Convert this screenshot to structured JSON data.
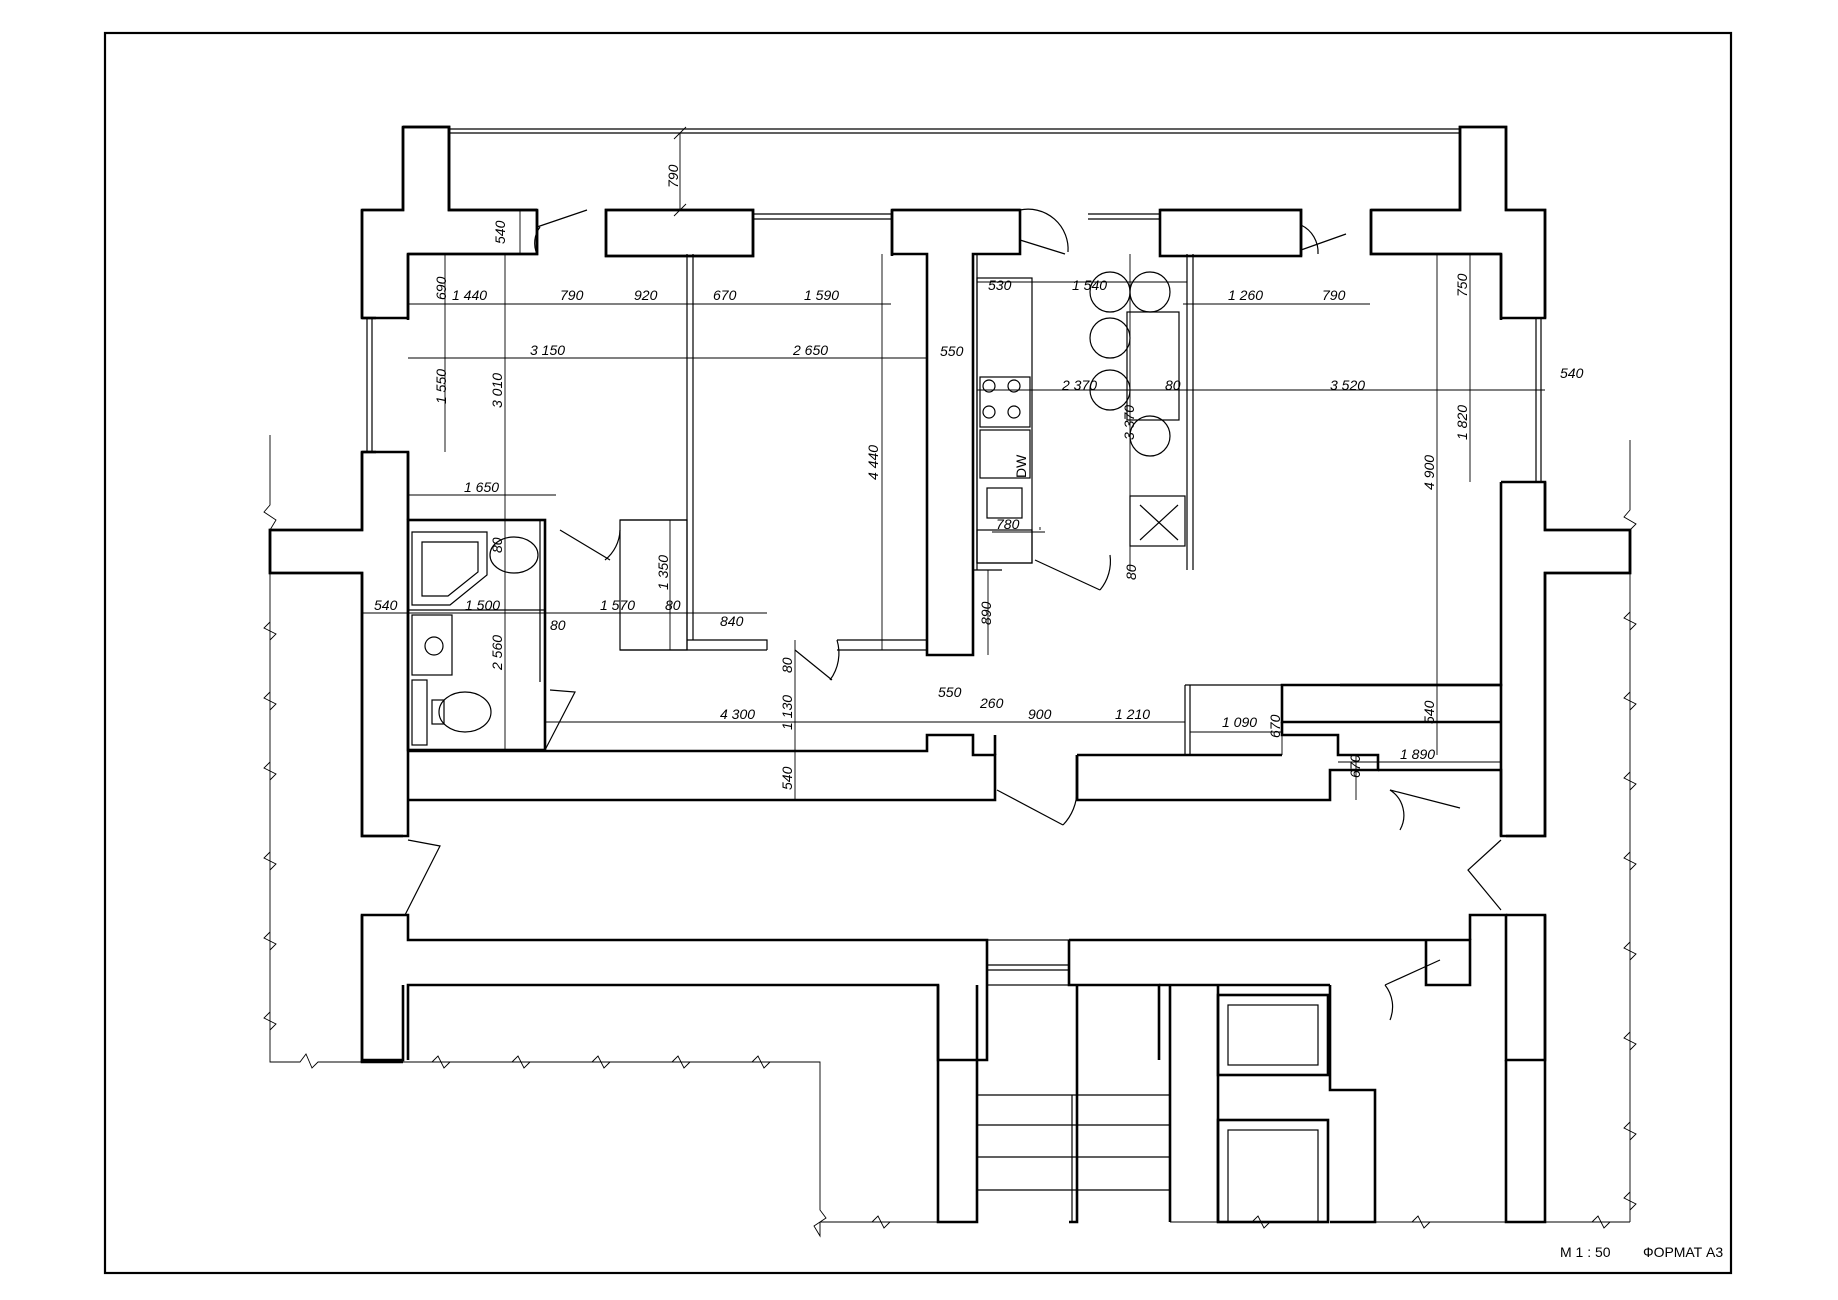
{
  "title_block": {
    "scale": "М 1 : 50",
    "format": "ФОРМАТ А3"
  },
  "appliance": {
    "dishwasher": "DW"
  },
  "dimensions": [
    {
      "id": "d790-top",
      "text": "790",
      "rot": -90
    },
    {
      "id": "d540-top",
      "text": "540",
      "rot": -90
    },
    {
      "id": "d690",
      "text": "690",
      "rot": -90
    },
    {
      "id": "d1440",
      "text": "1 440"
    },
    {
      "id": "d790-a",
      "text": "790"
    },
    {
      "id": "d920",
      "text": "920"
    },
    {
      "id": "d670-a",
      "text": "670"
    },
    {
      "id": "d1590",
      "text": "1 590"
    },
    {
      "id": "d3150",
      "text": "3 150"
    },
    {
      "id": "d2650",
      "text": "2 650"
    },
    {
      "id": "d550-a",
      "text": "550"
    },
    {
      "id": "d1550",
      "text": "1 550",
      "rot": -90
    },
    {
      "id": "d3010",
      "text": "3 010",
      "rot": -90
    },
    {
      "id": "d4440",
      "text": "4 440",
      "rot": -90
    },
    {
      "id": "d1650",
      "text": "1 650"
    },
    {
      "id": "d80-a",
      "text": "80",
      "rot": -90
    },
    {
      "id": "d1350",
      "text": "1 350",
      "rot": -90
    },
    {
      "id": "d540-l",
      "text": "540"
    },
    {
      "id": "d1500",
      "text": "1 500"
    },
    {
      "id": "d1570",
      "text": "1 570"
    },
    {
      "id": "d80-b",
      "text": "80"
    },
    {
      "id": "d80-c",
      "text": "80"
    },
    {
      "id": "d840",
      "text": "840"
    },
    {
      "id": "d2560",
      "text": "2 560",
      "rot": -90
    },
    {
      "id": "d80-d",
      "text": "80",
      "rot": -90
    },
    {
      "id": "d4300",
      "text": "4 300"
    },
    {
      "id": "d1130",
      "text": "1 130",
      "rot": -90
    },
    {
      "id": "d540-b",
      "text": "540",
      "rot": -90
    },
    {
      "id": "d530",
      "text": "530"
    },
    {
      "id": "d1540",
      "text": "1 540"
    },
    {
      "id": "d2370",
      "text": "2 370"
    },
    {
      "id": "d80-e",
      "text": "80"
    },
    {
      "id": "d3370",
      "text": "3 370",
      "rot": -90
    },
    {
      "id": "d780",
      "text": "780"
    },
    {
      "id": "d80-f",
      "text": "80",
      "rot": -90
    },
    {
      "id": "d890",
      "text": "890",
      "rot": -90
    },
    {
      "id": "d1260",
      "text": "1 260"
    },
    {
      "id": "d790-b",
      "text": "790"
    },
    {
      "id": "d750",
      "text": "750",
      "rot": -90
    },
    {
      "id": "d3520",
      "text": "3 520"
    },
    {
      "id": "d540-r",
      "text": "540"
    },
    {
      "id": "d1820",
      "text": "1 820",
      "rot": -90
    },
    {
      "id": "d4900",
      "text": "4 900",
      "rot": -90
    },
    {
      "id": "d550-b",
      "text": "550"
    },
    {
      "id": "d260",
      "text": "260"
    },
    {
      "id": "d900",
      "text": "900"
    },
    {
      "id": "d1210",
      "text": "1 210"
    },
    {
      "id": "d1090",
      "text": "1 090"
    },
    {
      "id": "d670-b",
      "text": "670",
      "rot": -90
    },
    {
      "id": "d540-c",
      "text": "540",
      "rot": -90
    },
    {
      "id": "d670-c",
      "text": "670",
      "rot": -90
    },
    {
      "id": "d1890",
      "text": "1 890"
    }
  ]
}
